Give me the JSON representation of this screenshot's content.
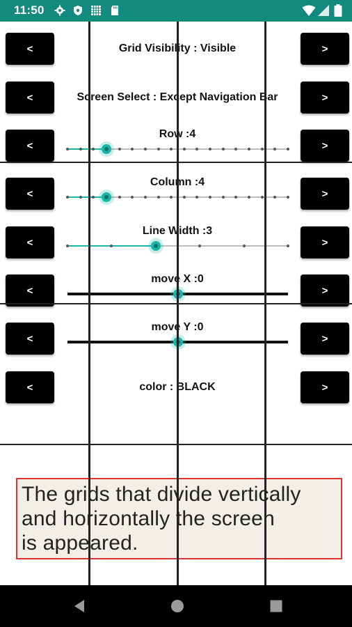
{
  "status_bar": {
    "time": "11:50",
    "background": "#138a7e",
    "left_icons": [
      "gear-icon",
      "shield-icon",
      "grid-app-icon",
      "sd-card-icon"
    ],
    "right_icons": [
      "wifi-icon",
      "signal-icon",
      "battery-icon"
    ]
  },
  "controls": {
    "prev_label": "<",
    "next_label": ">",
    "rows": [
      {
        "label": "Grid Visibility : Visible"
      },
      {
        "label": "Screen Select : Except Navigation Bar"
      },
      {
        "label": "Row :4",
        "slider": {
          "min": 0,
          "max": 17,
          "value": 3,
          "steps": 18
        }
      },
      {
        "label": "Column :4",
        "slider": {
          "min": 0,
          "max": 17,
          "value": 3,
          "steps": 18
        }
      },
      {
        "label": "Line Width :3",
        "slider": {
          "min": 0,
          "max": 5,
          "value": 2,
          "steps": 6
        }
      },
      {
        "label": "move X :0",
        "slider": {
          "min": -100,
          "max": 100,
          "value": 0
        }
      },
      {
        "label": "move Y :0",
        "slider": {
          "min": -100,
          "max": 100,
          "value": 0
        }
      },
      {
        "label": "color : BLACK"
      }
    ]
  },
  "caption": {
    "lines": [
      "The grids that divide vertically",
      "and horizontally the screen",
      "is appeared."
    ],
    "border_color": "#e03030"
  },
  "accent_color": "#19b6a8",
  "grid_color": "BLACK"
}
